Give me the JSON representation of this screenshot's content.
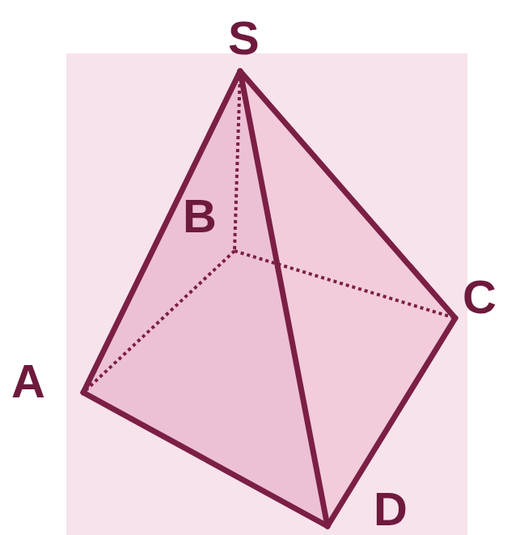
{
  "diagram": {
    "labels": [
      "S",
      "B",
      "C",
      "A",
      "D"
    ]
  }
}
